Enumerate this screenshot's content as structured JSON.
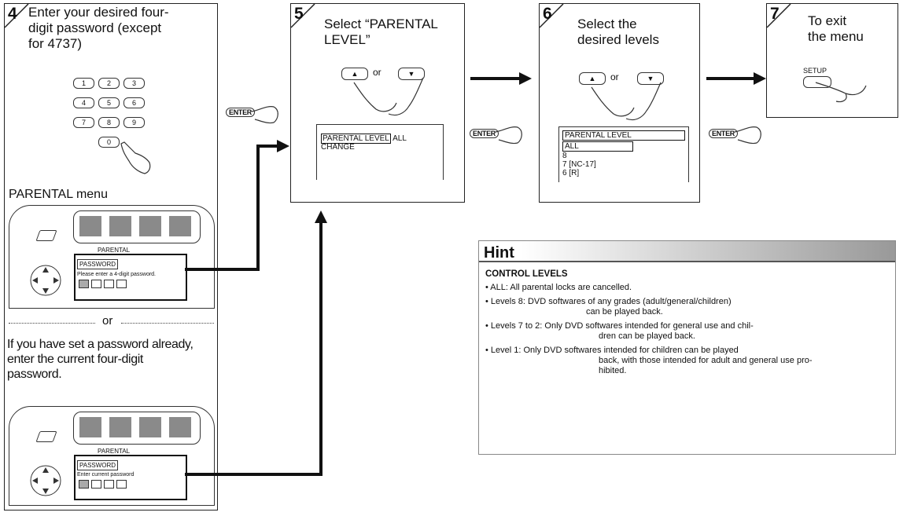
{
  "step4": {
    "number": "4",
    "text_lines": [
      "Enter your desired four-",
      "digit password (except",
      "for 4737)"
    ],
    "keypad": [
      "1",
      "2",
      "3",
      "4",
      "5",
      "6",
      "7",
      "8",
      "9",
      "0"
    ],
    "menu_label": "PARENTAL menu",
    "tv1": {
      "tab": "PARENTAL",
      "field": "PASSWORD",
      "prompt": "Please enter a 4-digit password."
    },
    "or_text": "or",
    "alt_text_lines": [
      "If you have set a password already,",
      "enter the current four-digit",
      "password."
    ],
    "tv2": {
      "tab": "PARENTAL",
      "field": "PASSWORD",
      "prompt": "Enter current password"
    }
  },
  "step5": {
    "number": "5",
    "text_lines": [
      "Select “PARENTAL",
      "LEVEL”"
    ],
    "or_text": "or",
    "screen_lines": [
      "PARENTAL LEVEL",
      "ALL",
      "CHANGE"
    ]
  },
  "step6": {
    "number": "6",
    "text_lines": [
      "Select the",
      "desired levels"
    ],
    "or_text": "or",
    "screen_lines": [
      "PARENTAL LEVEL",
      "ALL",
      "8",
      "7 [NC-17]",
      "6 [R]"
    ]
  },
  "step7": {
    "number": "7",
    "text_lines": [
      "To exit",
      "the menu"
    ],
    "setup_label": "SETUP"
  },
  "enter_label": "ENTER",
  "hint": {
    "title": "Hint",
    "heading": "CONTROL LEVELS",
    "items": [
      [
        "• ALL: All parental locks are cancelled."
      ],
      [
        "• Levels 8: DVD softwares of any grades (adult/general/children)",
        "can be played back."
      ],
      [
        "• Levels 7 to 2: Only DVD softwares intended for general use and chil-",
        "dren can be played back."
      ],
      [
        "• Level 1: Only DVD softwares intended for children can be played",
        "back, with those intended for adult and general use pro-",
        "hibited."
      ]
    ]
  }
}
